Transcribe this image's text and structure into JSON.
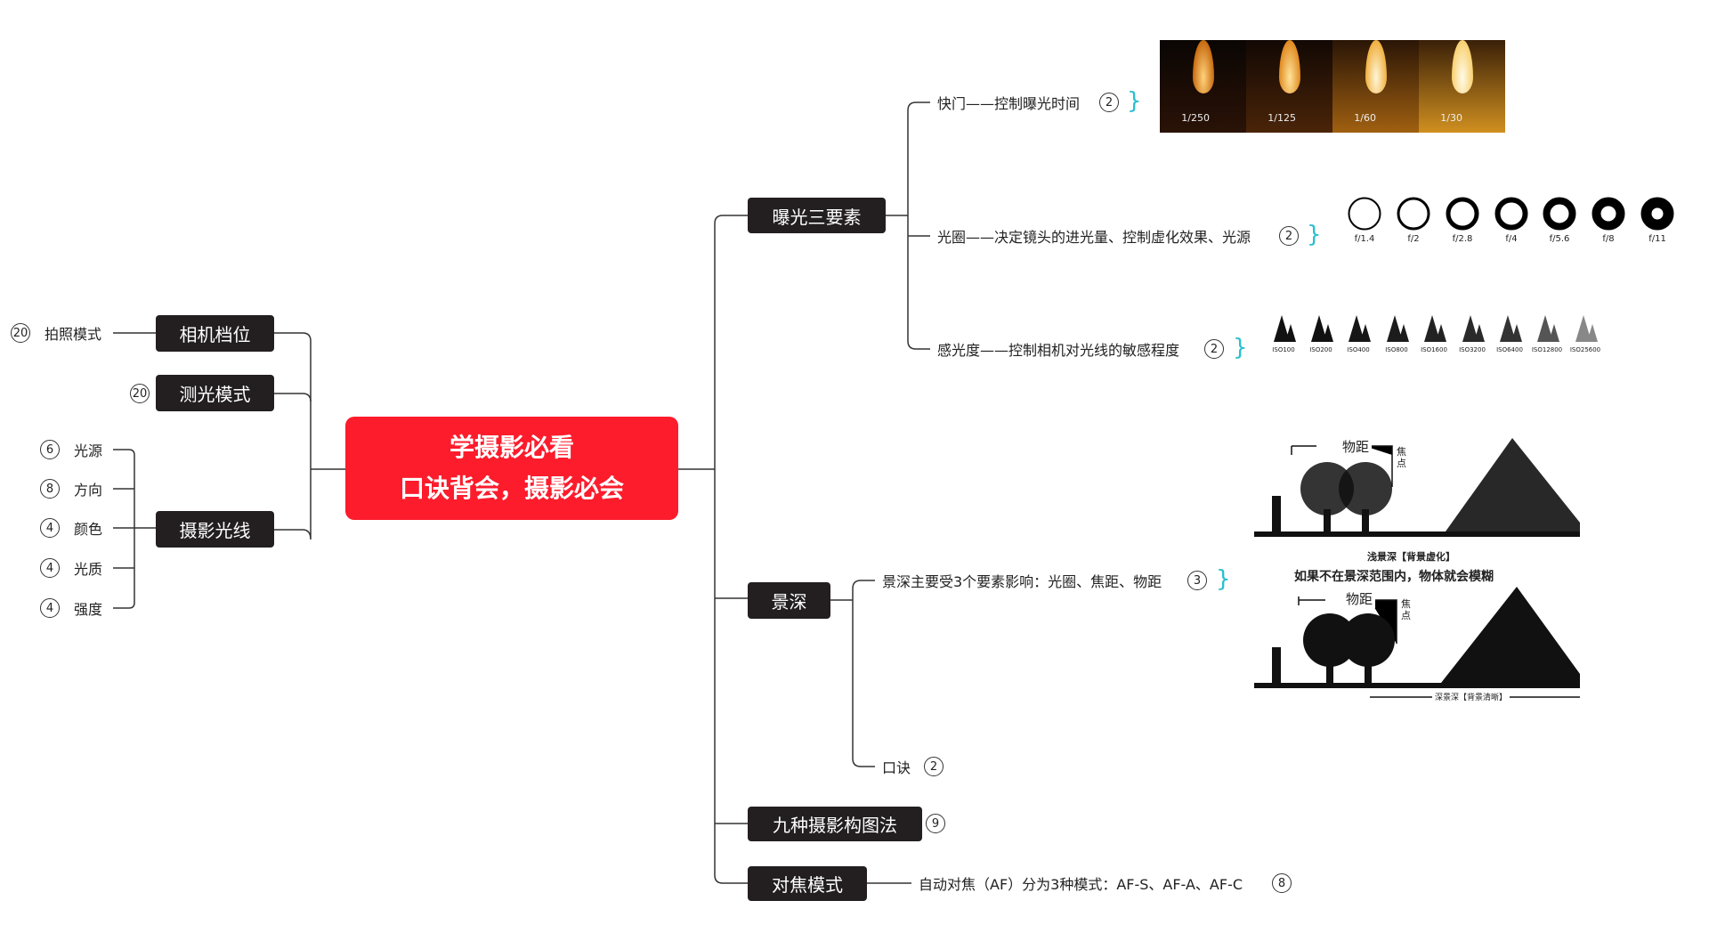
{
  "center": {
    "line1": "学摄影必看",
    "line2": "口诀背会，摄影必会"
  },
  "left": {
    "camera_modes": {
      "label": "相机档位",
      "child": "拍照模式",
      "child_count": "20"
    },
    "metering": {
      "label": "测光模式",
      "count": "20"
    },
    "lighting": {
      "label": "摄影光线",
      "children": [
        {
          "label": "光源",
          "count": "6"
        },
        {
          "label": "方向",
          "count": "8"
        },
        {
          "label": "颜色",
          "count": "4"
        },
        {
          "label": "光质",
          "count": "4"
        },
        {
          "label": "强度",
          "count": "4"
        }
      ]
    }
  },
  "right": {
    "exposure": {
      "label": "曝光三要素",
      "children": [
        {
          "label": "快门——控制曝光时间",
          "count": "2"
        },
        {
          "label": "光圈——决定镜头的进光量、控制虚化效果、光源",
          "count": "2"
        },
        {
          "label": "感光度——控制相机对光线的敏感程度",
          "count": "2"
        }
      ]
    },
    "shutter_image": {
      "labels": [
        "1/250",
        "1/125",
        "1/60",
        "1/30"
      ]
    },
    "aperture_image": {
      "labels": [
        "f/1.4",
        "f/2",
        "f/2.8",
        "f/4",
        "f/5.6",
        "f/8",
        "f/11"
      ]
    },
    "iso_image": {
      "labels": [
        "ISO100",
        "ISO200",
        "ISO400",
        "ISO800",
        "ISO1600",
        "ISO3200",
        "ISO6400",
        "ISO12800",
        "ISO25600"
      ]
    },
    "dof": {
      "label": "景深",
      "children": [
        {
          "label": "景深主要受3个要素影响：光圈、焦距、物距",
          "count": "3"
        },
        {
          "label": "口诀",
          "count": "2"
        }
      ]
    },
    "dof_image": {
      "distance": "物距",
      "focus": "焦点",
      "shallow": "浅景深【背景虚化】",
      "caption": "如果不在景深范围内，物体就会模糊",
      "deep": "深景深【背景清晰】"
    },
    "composition": {
      "label": "九种摄影构图法",
      "count": "9"
    },
    "focus": {
      "label": "对焦模式",
      "child": "自动对焦（AF）分为3种模式：AF-S、AF-A、AF-C",
      "count": "8"
    }
  },
  "colors": {
    "center": "#fc1c2c",
    "node": "#231f20",
    "bracket": "#2bbfd0"
  }
}
